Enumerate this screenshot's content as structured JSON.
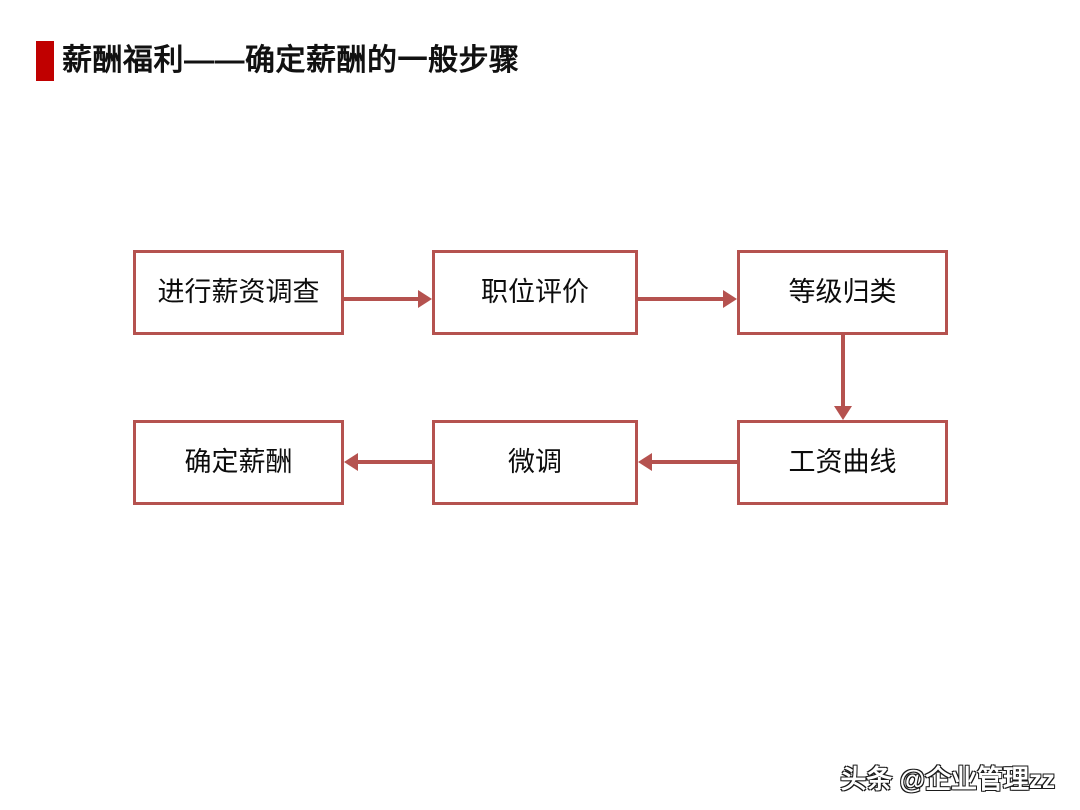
{
  "slide": {
    "title": "薪酬福利——确定薪酬的一般步骤",
    "accent_color": "#c00000",
    "box_border_color": "#b5524f",
    "connector_color": "#b5524f",
    "background_color": "#ffffff",
    "text_color": "#0c0c0c"
  },
  "flow": {
    "steps": [
      {
        "id": "survey",
        "label": "进行薪资调查",
        "order": 1
      },
      {
        "id": "evaluation",
        "label": "职位评价",
        "order": 2
      },
      {
        "id": "grading",
        "label": "等级归类",
        "order": 3
      },
      {
        "id": "curve",
        "label": "工资曲线",
        "order": 4
      },
      {
        "id": "tuning",
        "label": "微调",
        "order": 5
      },
      {
        "id": "final",
        "label": "确定薪酬",
        "order": 6
      }
    ],
    "connectors": [
      {
        "from": "survey",
        "to": "evaluation",
        "direction": "right"
      },
      {
        "from": "evaluation",
        "to": "grading",
        "direction": "right"
      },
      {
        "from": "grading",
        "to": "curve",
        "direction": "down"
      },
      {
        "from": "curve",
        "to": "tuning",
        "direction": "left"
      },
      {
        "from": "tuning",
        "to": "final",
        "direction": "left"
      }
    ]
  },
  "watermark": {
    "text": "头条 @企业管理zz"
  }
}
